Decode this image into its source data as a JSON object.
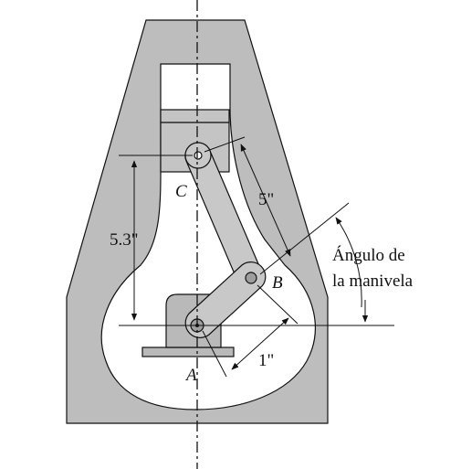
{
  "labels": {
    "point_a": "A",
    "point_b": "B",
    "point_c": "C",
    "dim_vertical": "5.3\"",
    "dim_rod": "5\"",
    "dim_crank": "1\"",
    "crank_angle_line1": "Ángulo de",
    "crank_angle_line2": "la manivela"
  },
  "colors": {
    "frame": "#bdbdbd",
    "piston": "#c4c4c4",
    "links": "#c8c8c8",
    "bearing": "#b9b9b9",
    "outline": "#111111",
    "background": "#ffffff"
  }
}
